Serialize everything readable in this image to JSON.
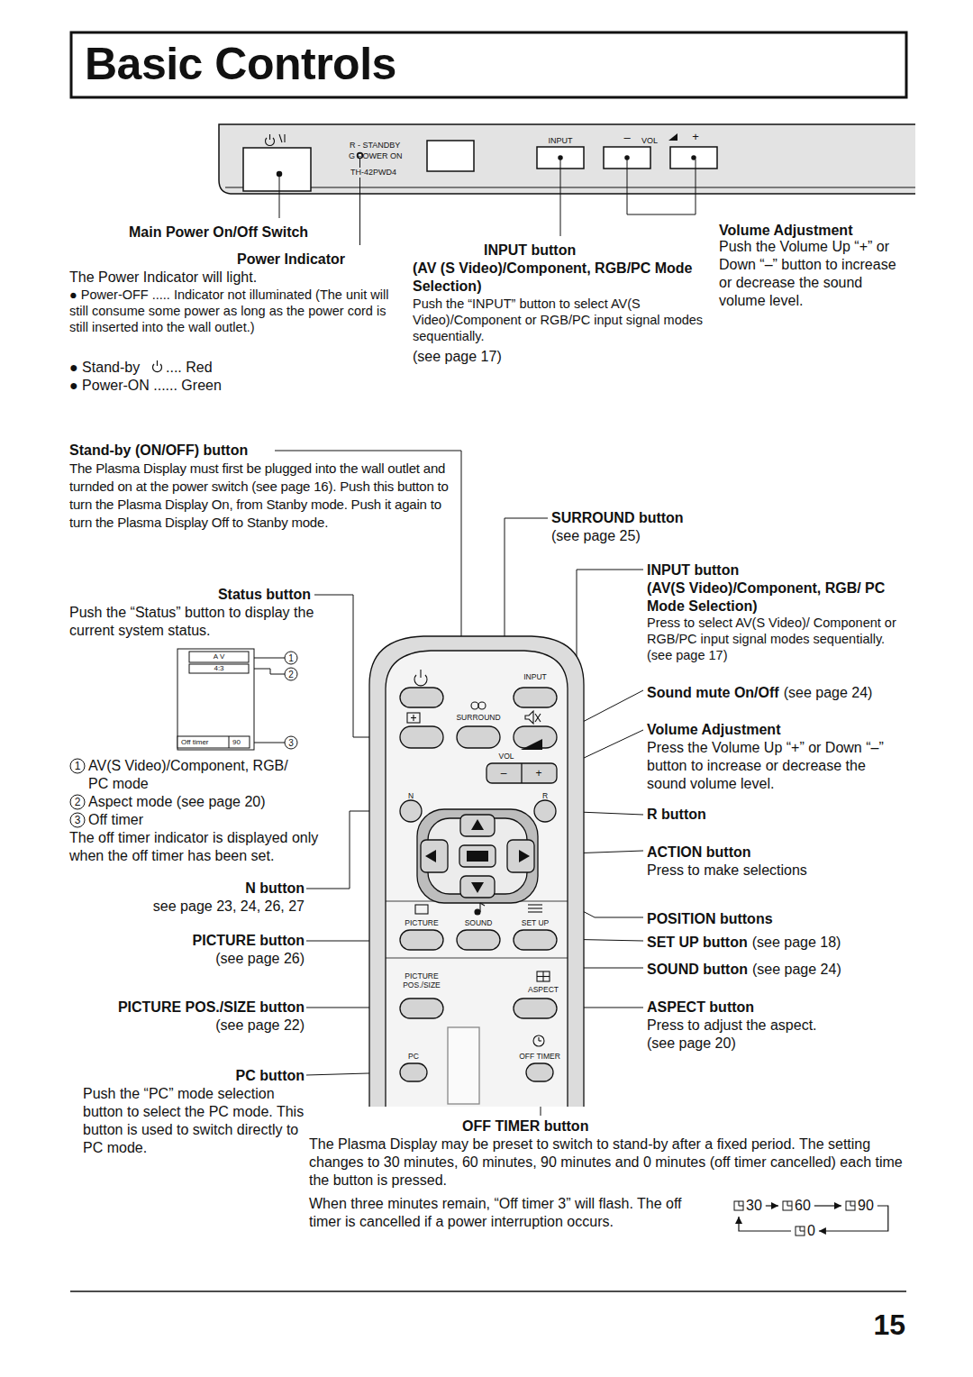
{
  "diagram": {
    "title": "Basic Controls",
    "nodes": [
      {
        "text": [
          "30"
        ]
      },
      {
        "text": [
          "60"
        ]
      },
      {
        "text": [
          "90"
        ]
      },
      {
        "text": [
          "0"
        ]
      }
    ],
    "edges": [
      {
        "from": 0,
        "to": 1,
        "arrow": "to"
      },
      {
        "from": 1,
        "to": 2,
        "arrow": "to"
      },
      {
        "from": 2,
        "to": 3,
        "arrow": "to"
      },
      {
        "from": 3,
        "to": 0,
        "arrow": "to"
      }
    ],
    "labels": [
      "R - STANDBY",
      "G POWER ON",
      "TH-42PWD4",
      "INPUT",
      "–",
      "VOL",
      "+",
      "Main Power On/Off Switch",
      "Power Indicator",
      "The Power Indicator will light.",
      "● Power-OFF ..... Indicator not illuminated (The unit will still consume some power as long as the power cord is still inserted into the wall outlet.)",
      "● Stand-by",
      ".... Red",
      "● Power-ON ...... Green",
      "INPUT button",
      "(AV (S Video)/Component, RGB/PC Mode Selection)",
      "Push the “INPUT” button to select AV(S Video)/Component or RGB/PC input signal modes sequentially.",
      "(see page 17)",
      "Volume Adjustment",
      "Push the Volume Up “+” or Down “–” button to increase or decrease the sound volume level.",
      "Stand-by (ON/OFF) button",
      "The Plasma Display must first be plugged into the wall outlet and turnded on at the power switch (see page 16). Push this button to turn the Plasma Display On, from Stanby mode. Push it again to turn the Plasma Display Off to Stanby mode.",
      "Status button",
      "Push the “Status” button to display the current system status.",
      "A V",
      "4:3",
      "Off timer",
      "90",
      "1",
      "2",
      "3",
      "1",
      "AV(S Video)/Component, RGB/ PC mode",
      "2",
      "Aspect mode (see page 20)",
      "3",
      "Off timer",
      "The off timer indicator is displayed only when the off timer has been set.",
      "N button",
      "see page 23, 24, 26, 27",
      "PICTURE button",
      "(see page 26)",
      "PICTURE POS./SIZE button",
      "(see page 22)",
      "PC button",
      "Push the “PC” mode selection button to select the PC mode. This button is used to switch directly to PC mode.",
      "SURROUND button",
      "(see page 25)",
      "INPUT button",
      "(AV(S Video)/Component, RGB/ PC Mode Selection)",
      "Press to select AV(S Video)/ Component or RGB/PC input signal modes sequentially. (see page 17)",
      "Sound mute On/Off",
      "(see page 24)",
      "Volume Adjustment",
      "Press the Volume Up “+” or Down “–” button to increase or decrease the sound volume level.",
      "R button",
      "ACTION button",
      "Press to make selections",
      "POSITION buttons",
      "SET UP button",
      "(see page 18)",
      "SOUND button",
      "(see page 24)",
      "ASPECT button",
      "Press to adjust the aspect. (see page 20)",
      "OFF TIMER button",
      "The Plasma Display may be preset to switch to stand-by after a fixed period. The setting changes to 30 minutes, 60 minutes, 90 minutes and 0 minutes (off timer cancelled) each time the button is pressed.",
      "When three minutes remain, “Off timer 3” will flash. The off timer is cancelled if a power interruption occurs.",
      "15",
      "INPUT",
      "SURROUND",
      "VOL",
      "–",
      "+",
      "N",
      "R",
      "PICTURE",
      "SOUND",
      "SET UP",
      "PICTURE POS./SIZE",
      "ASPECT",
      "PC",
      "OFF TIMER"
    ]
  }
}
